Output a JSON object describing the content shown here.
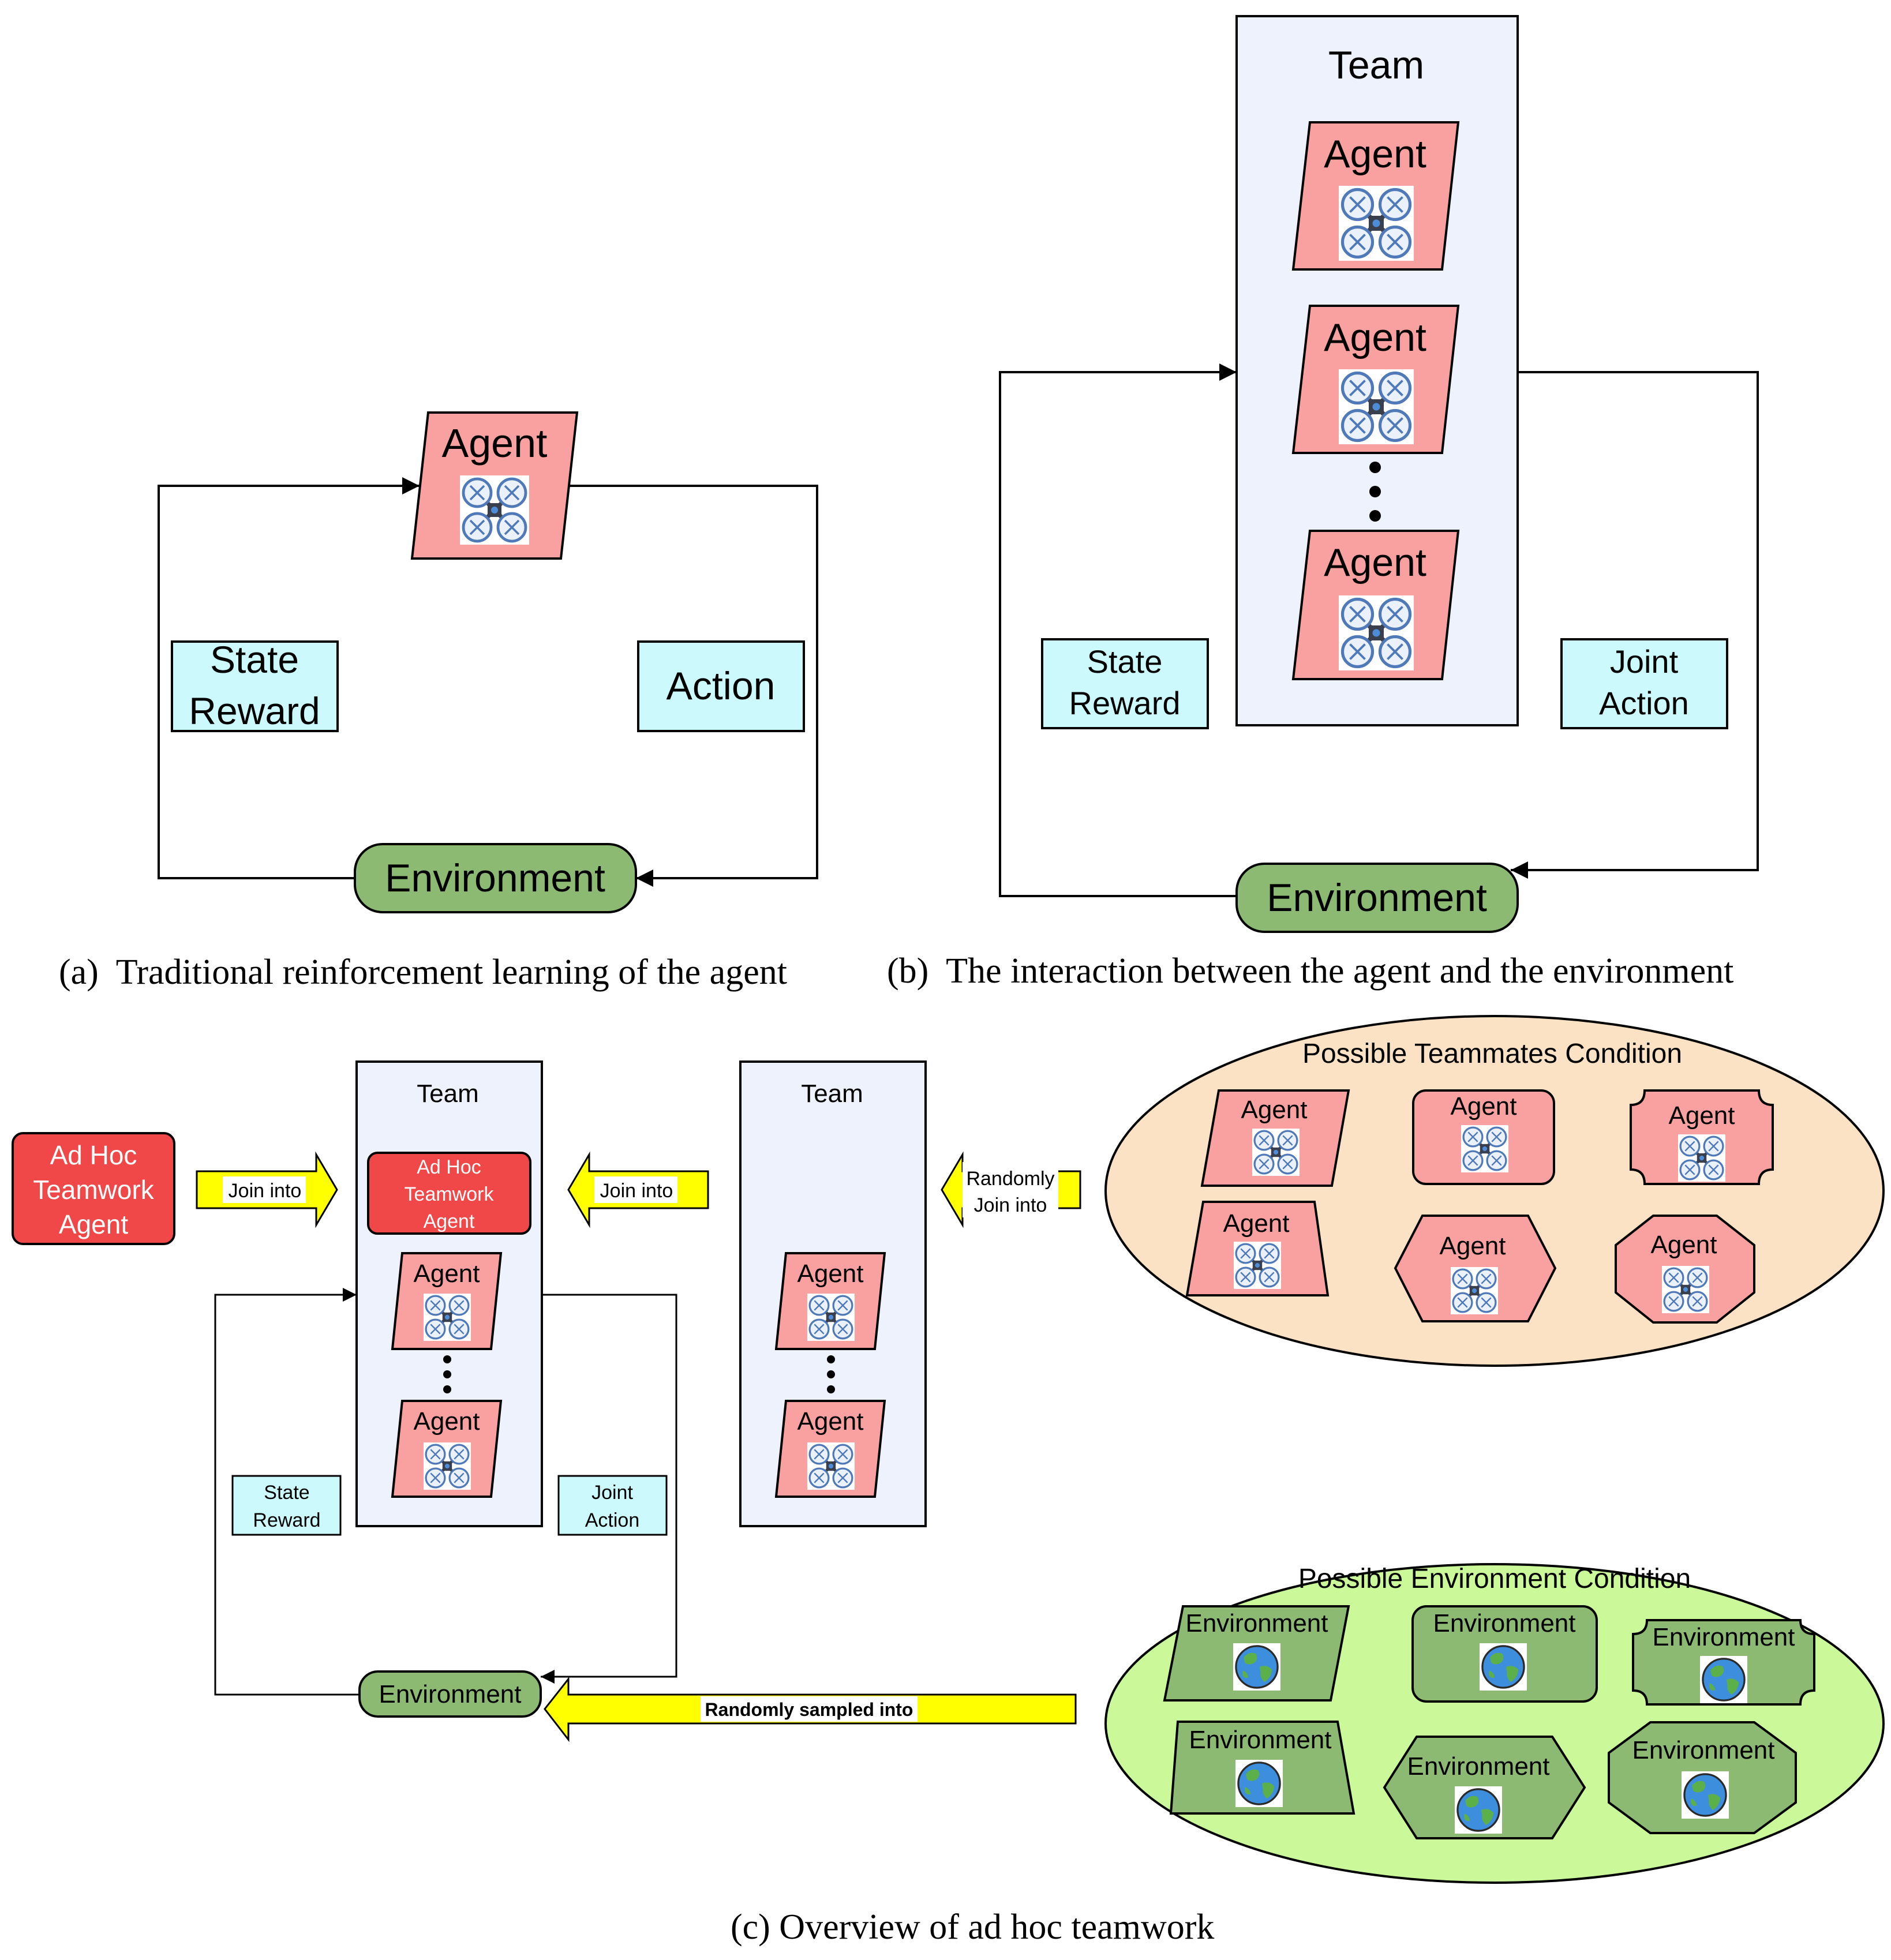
{
  "colors": {
    "agent_fill": "#F9A0A0",
    "adhoc_fill": "#F04848",
    "env_fill": "#8CBA72",
    "info_fill": "#CCFAFC",
    "team_fill": "#EEF2FC",
    "teammates_oval": "#FBE2C4",
    "env_oval": "#CBF899",
    "arrow_yellow": "#FFFF00"
  },
  "panel_a": {
    "agent": "Agent",
    "state_reward": [
      "State",
      "Reward"
    ],
    "action": "Action",
    "environment": "Environment",
    "caption": "(a)  Traditional reinforcement learning of the agent"
  },
  "panel_b": {
    "team": "Team",
    "agents": [
      "Agent",
      "Agent",
      "Agent"
    ],
    "state_reward": [
      "State",
      "Reward"
    ],
    "joint_action": [
      "Joint",
      "Action"
    ],
    "environment": "Environment",
    "caption": "(b)  The interaction between the agent and the environment"
  },
  "panel_c": {
    "adhoc_agent": [
      "Ad Hoc",
      "Teamwork",
      "Agent"
    ],
    "join_into_1": "Join into",
    "team_left": "Team",
    "team_left_adhoc": [
      "Ad Hoc",
      "Teamwork",
      "Agent"
    ],
    "team_left_agents": [
      "Agent",
      "Agent"
    ],
    "join_into_2": "Join into",
    "team_right": "Team",
    "team_right_agents": [
      "Agent",
      "Agent"
    ],
    "randomly_join": [
      "Randomly",
      "Join into"
    ],
    "state_reward": [
      "State",
      "Reward"
    ],
    "joint_action": [
      "Joint",
      "Action"
    ],
    "environment": "Environment",
    "randomly_sampled": "Randomly sampled into",
    "teammates_title": "Possible Teammates Condition",
    "teammate_agents": [
      "Agent",
      "Agent",
      "Agent",
      "Agent",
      "Agent",
      "Agent"
    ],
    "env_title": "Possible Environment Condition",
    "env_conditions": [
      "Environment",
      "Environment",
      "Environment",
      "Environment",
      "Environment",
      "Environment"
    ],
    "caption": "(c) Overview of ad hoc teamwork"
  }
}
